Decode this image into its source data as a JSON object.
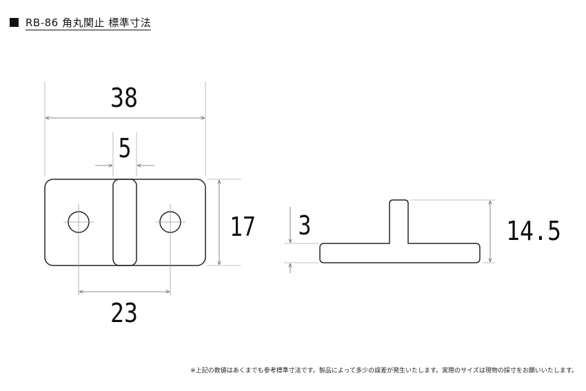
{
  "title": "RB-86 角丸関止 標準寸法",
  "dimensions": {
    "overall_width": "38",
    "slot_width": "5",
    "height": "17",
    "hole_spacing": "23",
    "plate_thickness": "3",
    "total_height": "14.5"
  },
  "footnote": "※上記の数値はあくまでも参考標準寸法です。製品によって多少の誤差が発生いたします。実際のサイズは現物の採寸をお願いいたします。",
  "colors": {
    "line": "#222222",
    "dimension_line": "#666666",
    "extension_line": "#aaaaaa"
  }
}
